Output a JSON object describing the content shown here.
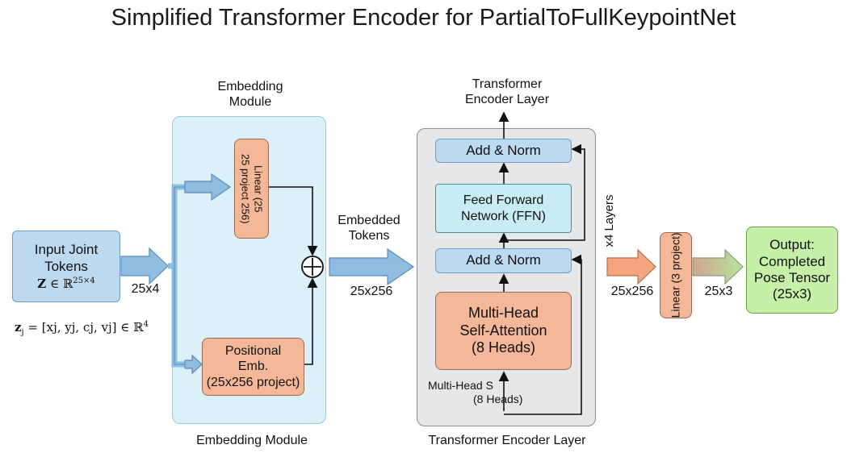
{
  "title": "Simplified Transformer Encoder for PartialToFullKeypointNet",
  "input": {
    "line1": "Input Joint",
    "line2": "Tokens",
    "math_main": "Z ∈ ℝ",
    "math_sup": "25×4",
    "token_formula": "z",
    "token_sub": "j",
    "token_rest": " = [x",
    "token_eq_full": "= [xj, yj, cj, vj] ∈ ℝ",
    "token_sup": "4"
  },
  "embedding": {
    "top_label_1": "Embedding",
    "top_label_2": "Module",
    "bottom_label": "Embedding Module",
    "linear_1": "Linear (25",
    "linear_2": "25 project 256)",
    "positional_1": "Positional",
    "positional_2": "Emb.",
    "positional_3": "(25x256 project)",
    "plus_symbol": "+"
  },
  "edges": {
    "input_dim": "25x4",
    "embedded_1": "Embedded",
    "embedded_2": "Tokens",
    "embedded_dim": "25x256",
    "encoder_out_dim": "25x256",
    "linear_out_dim": "25x3"
  },
  "encoder": {
    "top_label_1": "Transformer",
    "top_label_2": "Encoder Layer",
    "bottom_label": "Transformer Encoder Layer",
    "add_norm_top": "Add & Norm",
    "ffn_1": "Feed Forward",
    "ffn_2": "Network (FFN)",
    "add_norm_mid": "Add & Norm",
    "mha_1": "Multi-Head",
    "mha_2": "Self-Attention",
    "mha_3": "(8 Heads)",
    "input_label_1": "Multi-Head S",
    "input_label_2": "(8 Heads)",
    "repeat": "x4 Layers"
  },
  "projection": {
    "label": "Linear (3 project)"
  },
  "output": {
    "line1": "Output:",
    "line2": "Completed",
    "line3": "Pose Tensor",
    "line4": "(25x3)"
  },
  "colors": {
    "arrow_blue": "#8fbde1",
    "arrow_orange": "#f3a67e",
    "arrow_green": "#b6e59a",
    "panel_blue": "#dcf0f8",
    "panel_gray": "#e6e7e8"
  }
}
